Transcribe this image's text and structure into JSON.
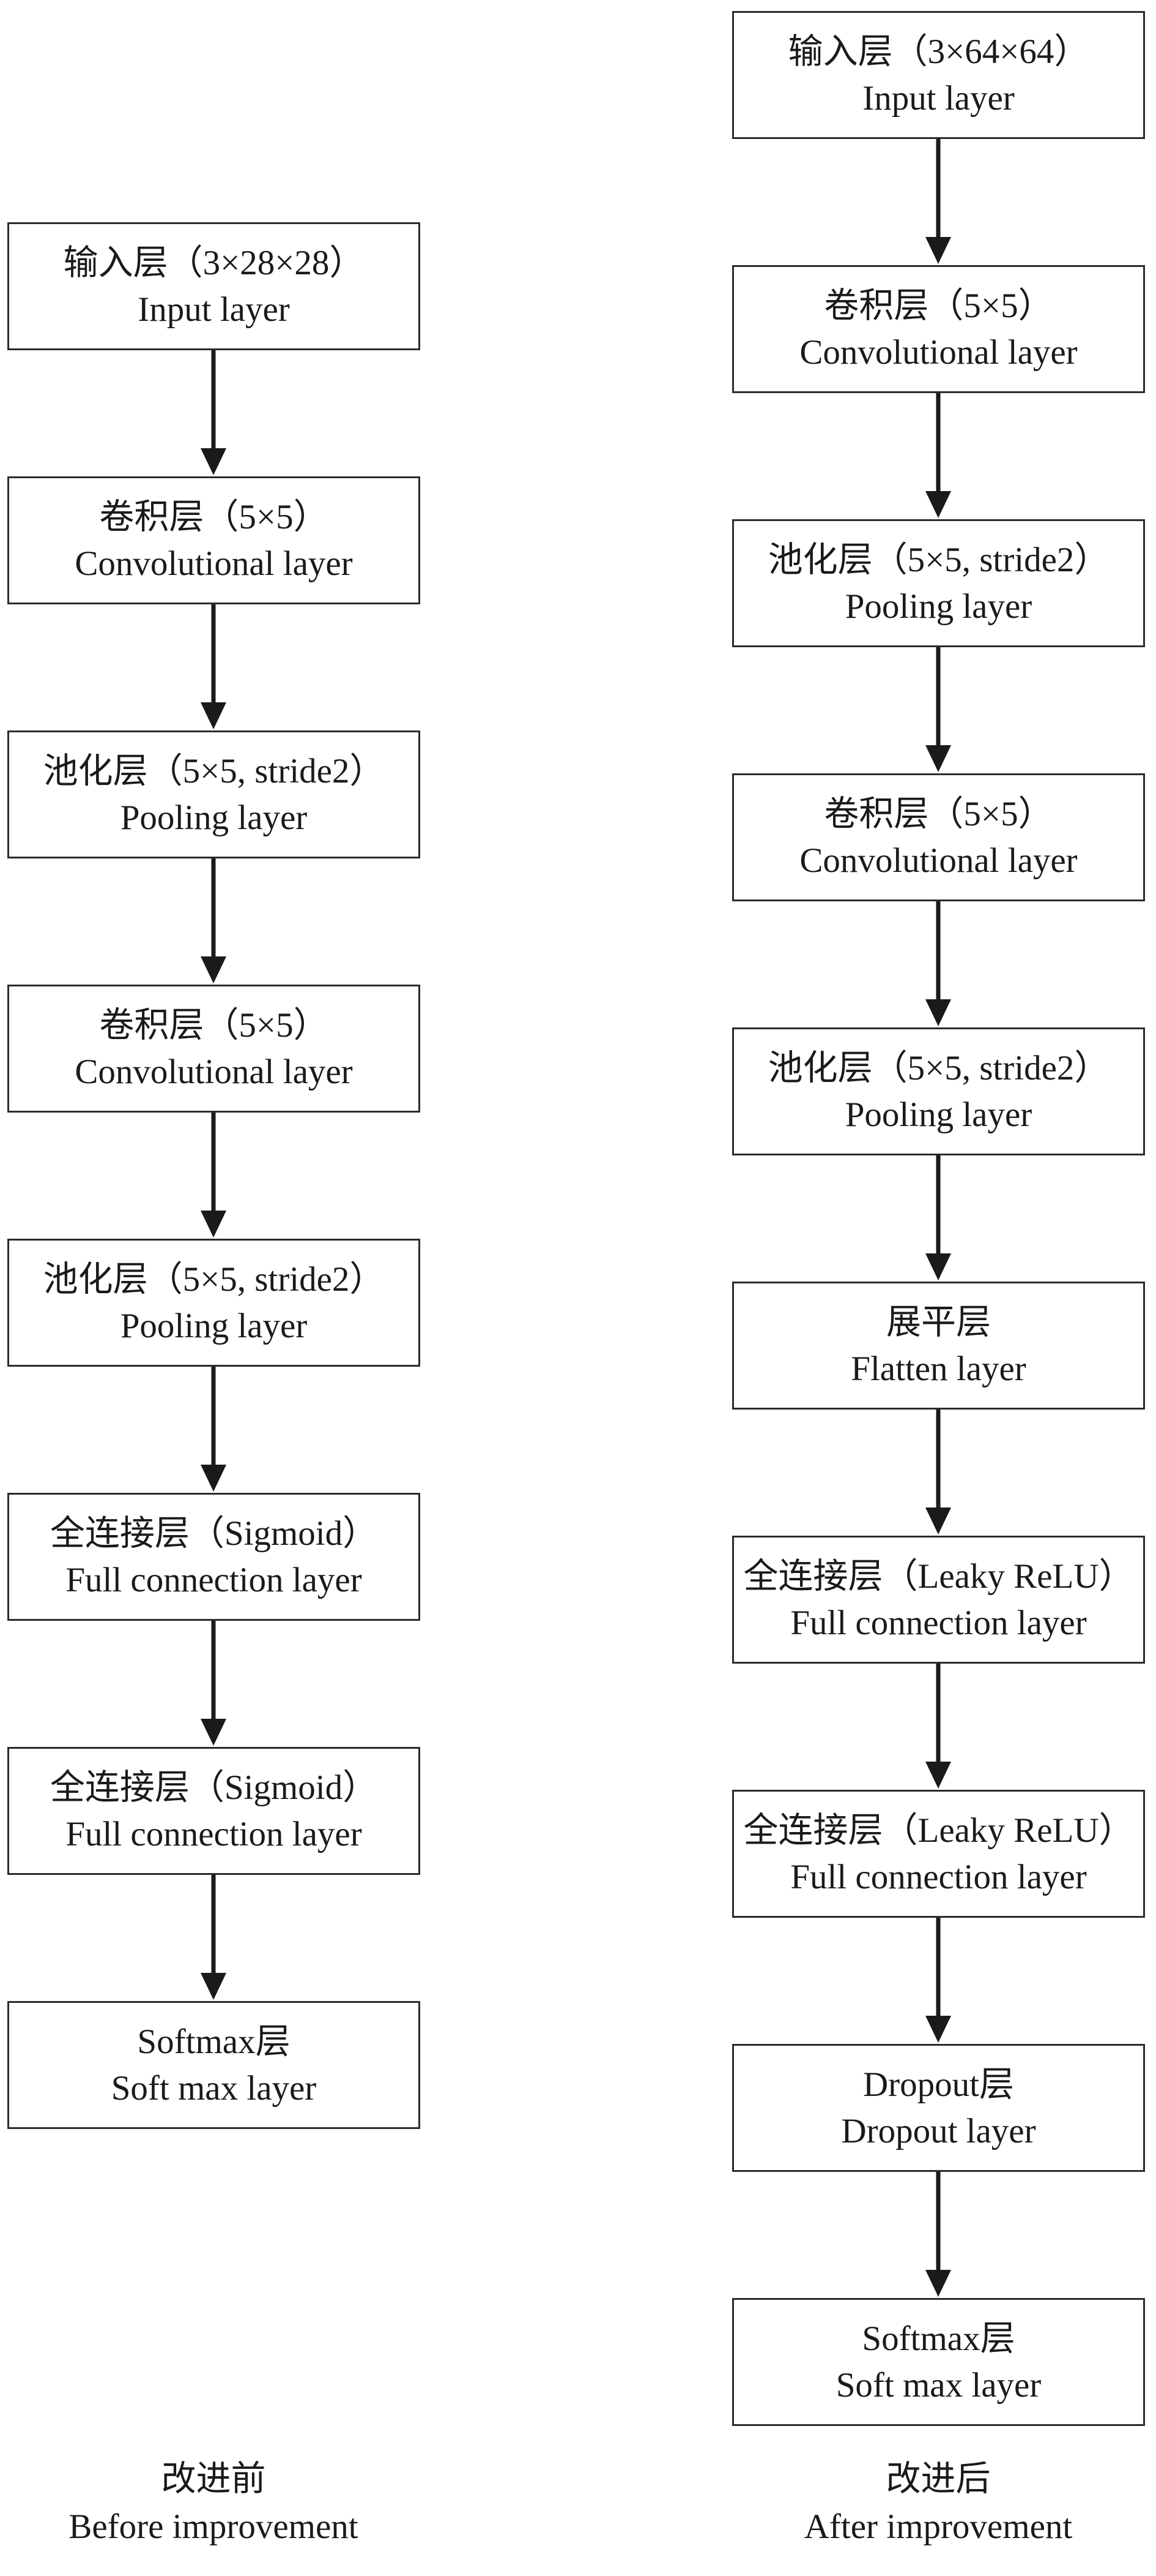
{
  "columns": [
    {
      "id": "before",
      "caption": {
        "zh": "改进前",
        "en": "Before improvement"
      },
      "layers": [
        {
          "zh": "输入层（3×28×28）",
          "en": "Input layer"
        },
        {
          "zh": "卷积层（5×5）",
          "en": "Convolutional layer"
        },
        {
          "zh": "池化层（5×5, stride2）",
          "en": "Pooling layer"
        },
        {
          "zh": "卷积层（5×5）",
          "en": "Convolutional layer"
        },
        {
          "zh": "池化层（5×5, stride2）",
          "en": "Pooling layer"
        },
        {
          "zh": "全连接层（Sigmoid）",
          "en": "Full connection layer"
        },
        {
          "zh": "全连接层（Sigmoid）",
          "en": "Full connection layer"
        },
        {
          "zh": "Softmax层",
          "en": "Soft max layer"
        }
      ]
    },
    {
      "id": "after",
      "caption": {
        "zh": "改进后",
        "en": "After improvement"
      },
      "layers": [
        {
          "zh": "输入层（3×64×64）",
          "en": "Input layer"
        },
        {
          "zh": "卷积层（5×5）",
          "en": "Convolutional layer"
        },
        {
          "zh": "池化层（5×5, stride2）",
          "en": "Pooling layer"
        },
        {
          "zh": "卷积层（5×5）",
          "en": "Convolutional layer"
        },
        {
          "zh": "池化层（5×5, stride2）",
          "en": "Pooling layer"
        },
        {
          "zh": "展平层",
          "en": "Flatten layer"
        },
        {
          "zh": "全连接层（Leaky ReLU）",
          "en": "Full connection layer"
        },
        {
          "zh": "全连接层（Leaky ReLU）",
          "en": "Full connection layer"
        },
        {
          "zh": "Dropout层",
          "en": "Dropout layer"
        },
        {
          "zh": "Softmax层",
          "en": "Soft max layer"
        }
      ]
    }
  ]
}
